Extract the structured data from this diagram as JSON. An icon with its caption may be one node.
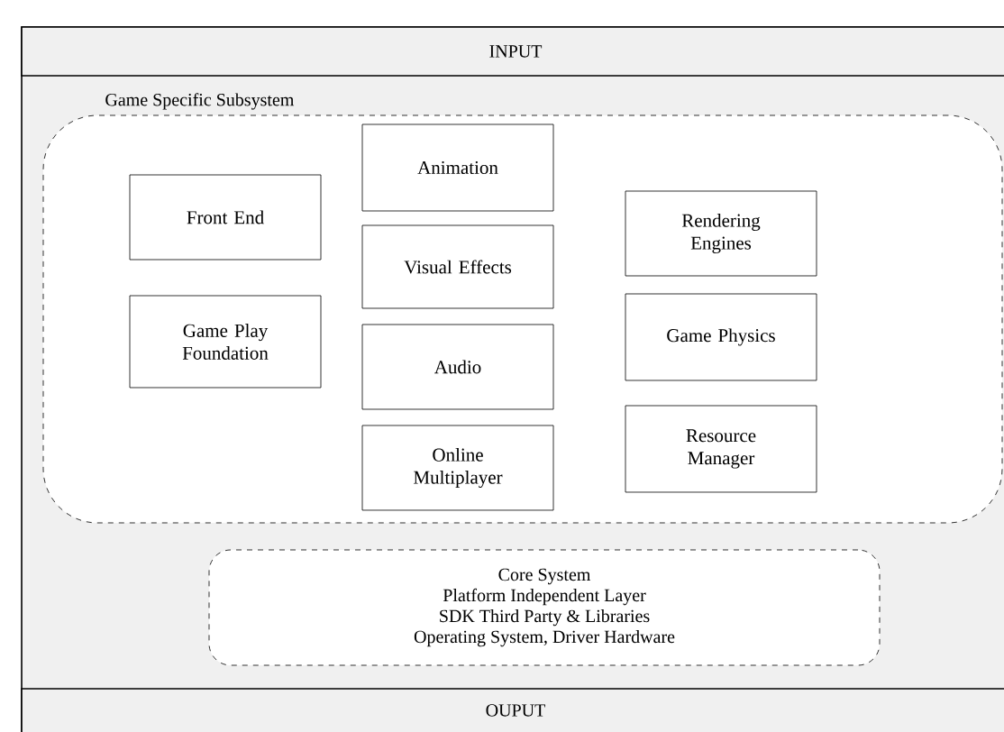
{
  "diagram": {
    "nodes": [
      {
        "text": [
          "INPUT"
        ]
      },
      {
        "text": [
          "Game Specific Subsystem"
        ]
      },
      {
        "text": [
          "Front End"
        ],
        "in": 1
      },
      {
        "text": [
          "Animation"
        ],
        "in": 1
      },
      {
        "text": [
          "Visual Effects"
        ],
        "in": 1
      },
      {
        "text": [
          "Game Play Foundation"
        ],
        "in": 1
      },
      {
        "text": [
          "Audio"
        ],
        "in": 1
      },
      {
        "text": [
          "Online Multiplayer"
        ],
        "in": 1
      },
      {
        "text": [
          "Rendering Engines"
        ],
        "in": 1
      },
      {
        "text": [
          "Game Physics"
        ],
        "in": 1
      },
      {
        "text": [
          "Resource Manager"
        ],
        "in": 1
      },
      {
        "text": [
          "Core System",
          "Platform Independent Layer",
          "SDK Third Party & Libraries",
          "Operating System, Driver Hardware"
        ]
      },
      {
        "text": [
          "OUPUT"
        ]
      }
    ]
  }
}
